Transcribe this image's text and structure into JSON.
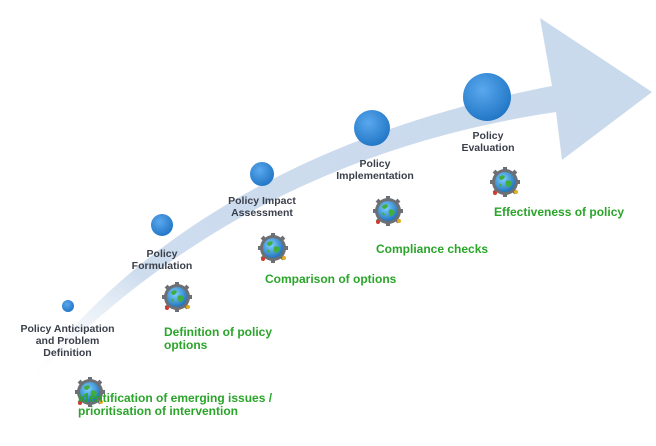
{
  "colors": {
    "arrow_fill": "#c8d9ec",
    "stage_dot": "#2f86d6",
    "action_text": "#2aa52a",
    "stage_text": "#3a3f4a"
  },
  "stages": [
    {
      "label": "Policy Anticipation\nand Problem\nDefinition",
      "action": "Identification of emerging issues /\nprioritisation of intervention",
      "icon": "globe-gear-icon"
    },
    {
      "label": "Policy\nFormulation",
      "action": "Definition of policy\noptions",
      "icon": "globe-gear-icon"
    },
    {
      "label": "Policy Impact\nAssessment",
      "action": "Comparison of options",
      "icon": "globe-gear-icon"
    },
    {
      "label": "Policy\nImplementation",
      "action": "Compliance checks",
      "icon": "globe-gear-icon"
    },
    {
      "label": "Policy\nEvaluation",
      "action": "Effectiveness of policy",
      "icon": "globe-gear-icon"
    }
  ]
}
